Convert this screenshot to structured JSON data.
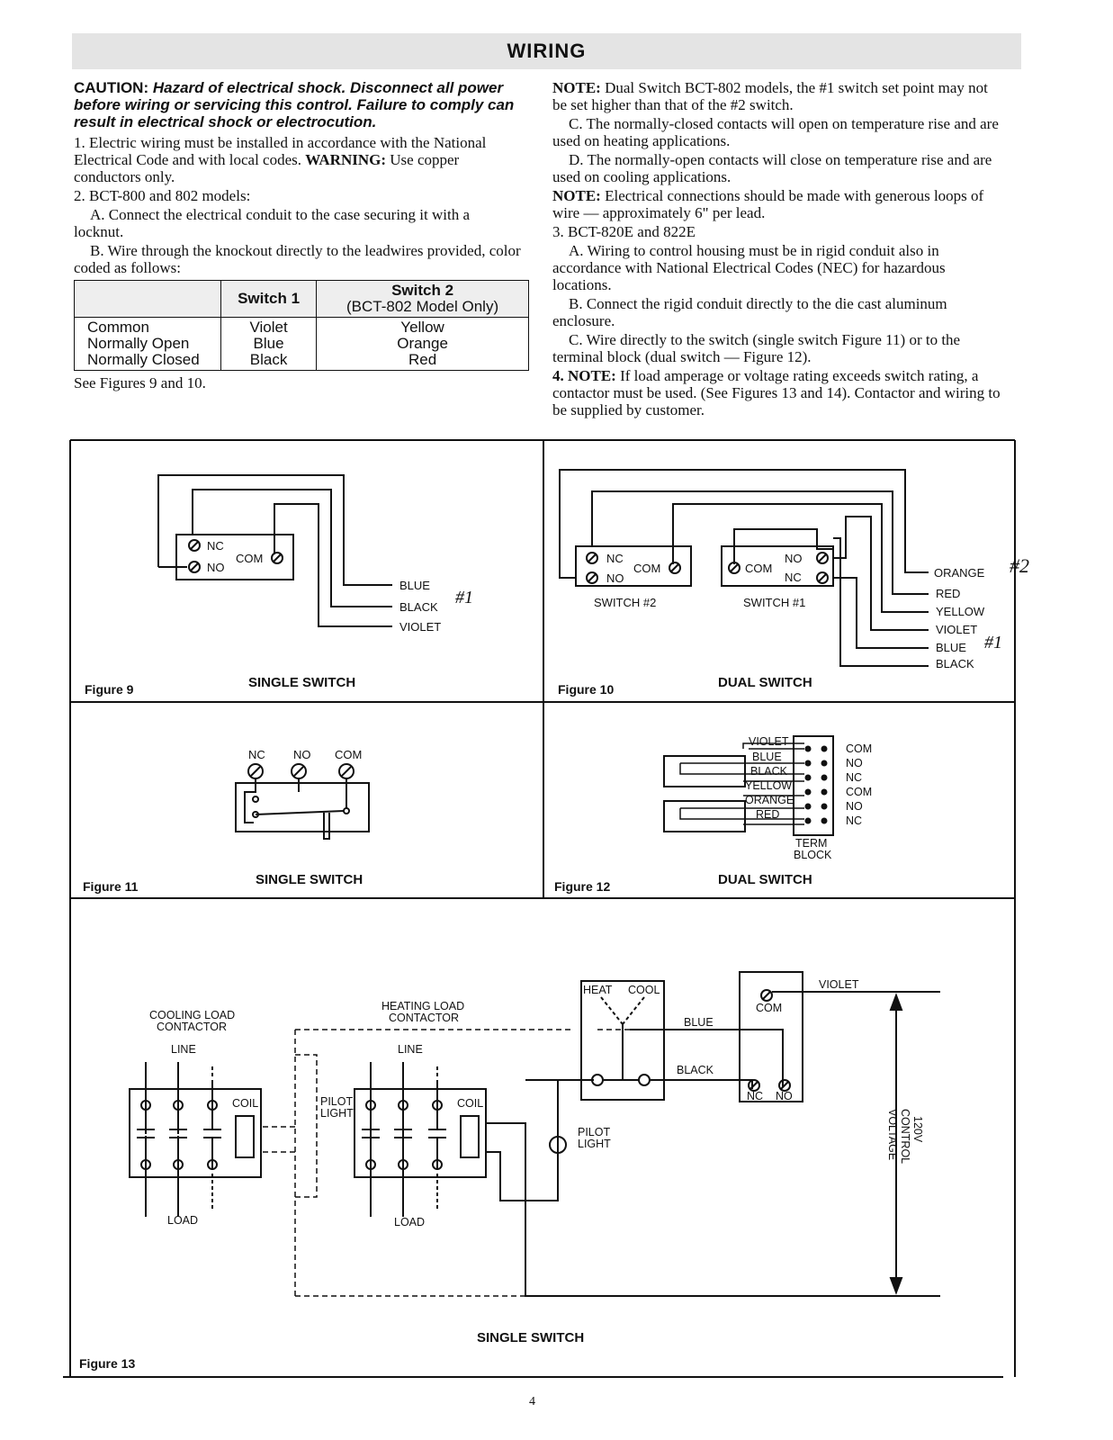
{
  "header": {
    "title": "WIRING"
  },
  "left": {
    "caution_label": "CAUTION:",
    "caution_text": "Hazard of electrical shock. Disconnect all power before wiring or servicing this control. Failure to comply can result in electrical shock or electrocution.",
    "p1": "1. Electric wiring must be installed in accordance with the National Electrical Code and with local codes.",
    "p1_warning": "WARNING:",
    "p1_tail": "Use copper conductors only.",
    "p2": "2. BCT-800 and 802 models:",
    "p2a": "A. Connect the electrical conduit to the case securing it with a locknut.",
    "p2b": "B. Wire through the knockout directly to the leadwires provided, color coded as follows:",
    "see": "See Figures 9 and 10."
  },
  "table": {
    "h1": "Switch 1",
    "h2": "Switch 2",
    "h2b": "(BCT-802 Model Only)",
    "labels": [
      "Common",
      "Normally Open",
      "Normally Closed"
    ],
    "s1": [
      "Violet",
      "Blue",
      "Black"
    ],
    "s2": [
      "Yellow",
      "Orange",
      "Red"
    ]
  },
  "right": {
    "note1_label": "NOTE:",
    "note1": "Dual Switch BCT-802 models, the #1 switch set point may not be set higher than that of the #2 switch.",
    "c": "C. The normally-closed contacts will open on temperature rise and are used on heating applications.",
    "d": "D. The normally-open contacts will close on temperature rise and are used on cooling applications.",
    "note2_label": "NOTE:",
    "note2": "Electrical connections should be made with generous loops of wire — approximately 6\" per lead.",
    "p3": "3. BCT-820E and 822E",
    "p3a": "A. Wiring to control housing must be in rigid conduit also in accordance with National Electrical Codes (NEC) for hazardous locations.",
    "p3b": "B. Connect the rigid conduit directly to the die cast aluminum enclosure.",
    "p3c": "C. Wire directly to the switch (single switch Figure 11) or to the terminal block (dual switch — Figure 12).",
    "p4_label": "4. NOTE:",
    "p4": "If load amperage or voltage rating exceeds switch rating, a contactor must be used. (See Figures 13 and 14). Contactor and wiring to be supplied by customer."
  },
  "fig9": {
    "label": "Figure 9",
    "caption": "SINGLE SWITCH",
    "nc": "NC",
    "no": "NO",
    "com": "COM",
    "wires": [
      "BLUE",
      "BLACK",
      "VIOLET"
    ],
    "note": "#1"
  },
  "fig10": {
    "label": "Figure 10",
    "caption": "DUAL SWITCH",
    "nc": "NC",
    "no": "NO",
    "com": "COM",
    "sw2": "SWITCH #2",
    "sw1": "SWITCH #1",
    "wires": [
      "ORANGE",
      "RED",
      "YELLOW",
      "VIOLET",
      "BLUE",
      "BLACK"
    ],
    "note1": "#2",
    "note2": "#1"
  },
  "fig11": {
    "label": "Figure 11",
    "caption": "SINGLE SWITCH",
    "nc": "NC",
    "no": "NO",
    "com": "COM"
  },
  "fig12": {
    "label": "Figure 12",
    "caption": "DUAL SWITCH",
    "wires": [
      "VIOLET",
      "BLUE",
      "BLACK",
      "YELLOW",
      "ORANGE",
      "RED"
    ],
    "terms": [
      "COM",
      "NO",
      "NC",
      "COM",
      "NO",
      "NC"
    ],
    "term1": "TERM",
    "term2": "BLOCK"
  },
  "fig13": {
    "label": "Figure 13",
    "caption": "SINGLE SWITCH",
    "cool1": "COOLING LOAD",
    "cool2": "CONTACTOR",
    "heat1": "HEATING LOAD",
    "heat2": "CONTACTOR",
    "line": "LINE",
    "load": "LOAD",
    "coil": "COIL",
    "pilot1": "PILOT",
    "pilot2": "LIGHT",
    "heat": "HEAT",
    "cool": "COOL",
    "blue": "BLUE",
    "black": "BLACK",
    "violet": "VIOLET",
    "com": "COM",
    "nc": "NC",
    "no": "NO",
    "v1": "120V",
    "v2": "CONTROL",
    "v3": "VOLTAGE"
  },
  "page": {
    "number": "4"
  }
}
